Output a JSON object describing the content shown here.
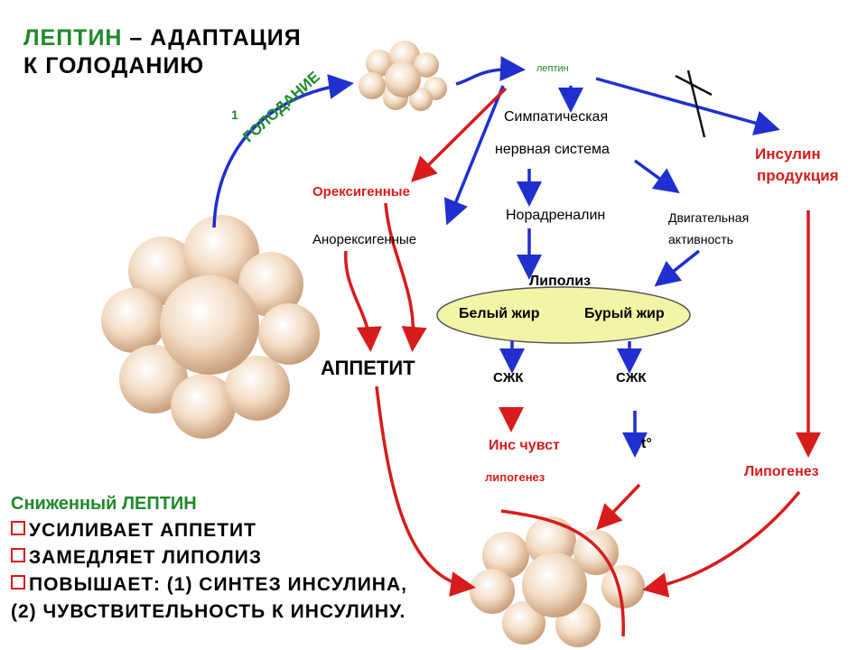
{
  "title": {
    "part1": "ЛЕПТИН",
    "part2": " – АДАПТАЦИЯ",
    "line2": "К ГОЛОДАНИЮ"
  },
  "labels": {
    "step_number": "1",
    "starvation": "ГОЛОДАНИЕ",
    "leptin": "лептин",
    "sympathetic_1": "Симпатическая",
    "sympathetic_2": "нервная система",
    "insulin_1": "Инсулин",
    "insulin_2": "продукция",
    "orexigenic": "Орексигенные",
    "anorexigenic": "Анорексигенные",
    "noradrenaline": "Норадреналин",
    "motor_1": "Двигательная",
    "motor_2": "активность",
    "lipolysis": "Липолиз",
    "white_fat": "Белый жир",
    "brown_fat": "Бурый жир",
    "appetite": "АППЕТИТ",
    "ffa_1": "СЖК",
    "ffa_2": "СЖК",
    "ins_sens": "Инс чувст",
    "temperature": "t°",
    "lipogenesis_small": "липогенез",
    "lipogenesis": "Липогенез"
  },
  "summary": {
    "heading": "Сниженный ЛЕПТИН",
    "items": [
      "УСИЛИВАЕТ АППЕТИТ",
      "ЗАМЕДЛЯЕТ ЛИПОЛИЗ",
      "ПОВЫШАЕТ: (1) СИНТЕЗ ИНСУЛИНА,"
    ],
    "last_line": "(2) ЧУВСТВИТЕЛЬНОСТЬ К ИНСУЛИНУ."
  },
  "colors": {
    "red_arrow": "#d81b1b",
    "blue_arrow": "#1f2fd0",
    "green_text": "#1f8a2a",
    "ellipse_fill": "#f3f5a6"
  }
}
